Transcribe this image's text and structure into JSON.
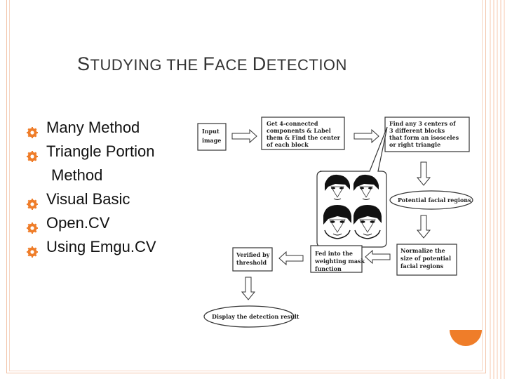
{
  "slide": {
    "title_parts": [
      {
        "text": "S",
        "big": true
      },
      {
        "text": "TUDYING THE ",
        "big": false
      },
      {
        "text": "F",
        "big": true
      },
      {
        "text": "ACE ",
        "big": false
      },
      {
        "text": "D",
        "big": true
      },
      {
        "text": "ETECTION",
        "big": false
      }
    ],
    "bullets": [
      {
        "lines": [
          "Many Method"
        ]
      },
      {
        "lines": [
          "Triangle Portion",
          "Method"
        ]
      },
      {
        "lines": [
          "Visual Basic"
        ]
      },
      {
        "lines": [
          "Open.CV"
        ]
      },
      {
        "lines": [
          "Using Emgu.CV"
        ]
      }
    ],
    "bullet_icon": "settings-gear-icon",
    "accent_color": "#ef7d29"
  },
  "diagram": {
    "input_image": [
      "Input",
      "image"
    ],
    "get_components": [
      "Get 4-connected",
      "components & Label",
      "them & Find the center",
      "of each block"
    ],
    "find_centers": [
      "Find any 3 centers of",
      "3 different blocks",
      "that form an isosceles",
      "or right triangle"
    ],
    "potential_regions": "Potential facial regions",
    "normalize": [
      "Normalize the",
      "size of potential",
      "facial regions"
    ],
    "weighting": [
      "Fed into the",
      "weighting mask",
      "function"
    ],
    "verified": [
      "Verified by",
      "threshold"
    ],
    "display_result": "Display the detection result"
  }
}
